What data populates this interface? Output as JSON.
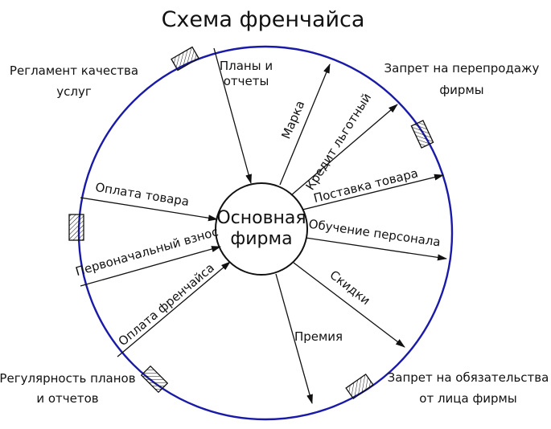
{
  "title": "Схема френчайса",
  "center": {
    "line1": "Основная",
    "line2": "фирма"
  },
  "outer_notes": {
    "quality": {
      "line1": "Регламент качества",
      "line2": "услуг"
    },
    "resale": {
      "line1": "Запрет на перепродажу",
      "line2": "фирмы"
    },
    "regularity": {
      "line1": "Регулярность планов",
      "line2": "и отчетов"
    },
    "obligations": {
      "line1": "Запрет на обязательства",
      "line2": "от лица фирмы"
    }
  },
  "arrows": {
    "plans": {
      "line1": "Планы и",
      "line2": "отчеты"
    },
    "brand": "Марка",
    "credit": "Кредит льготный",
    "supply": "Поставка товара",
    "training": "Обучение персонала",
    "discounts": "Скидки",
    "bonus": "Премия",
    "goods_payment": "Оплата товара",
    "initial_fee": "Первоначальный взнос",
    "franchise_payment": "Оплата френчайса"
  },
  "colors": {
    "outer_circle": "#1a1aa8",
    "ink": "#111111"
  }
}
